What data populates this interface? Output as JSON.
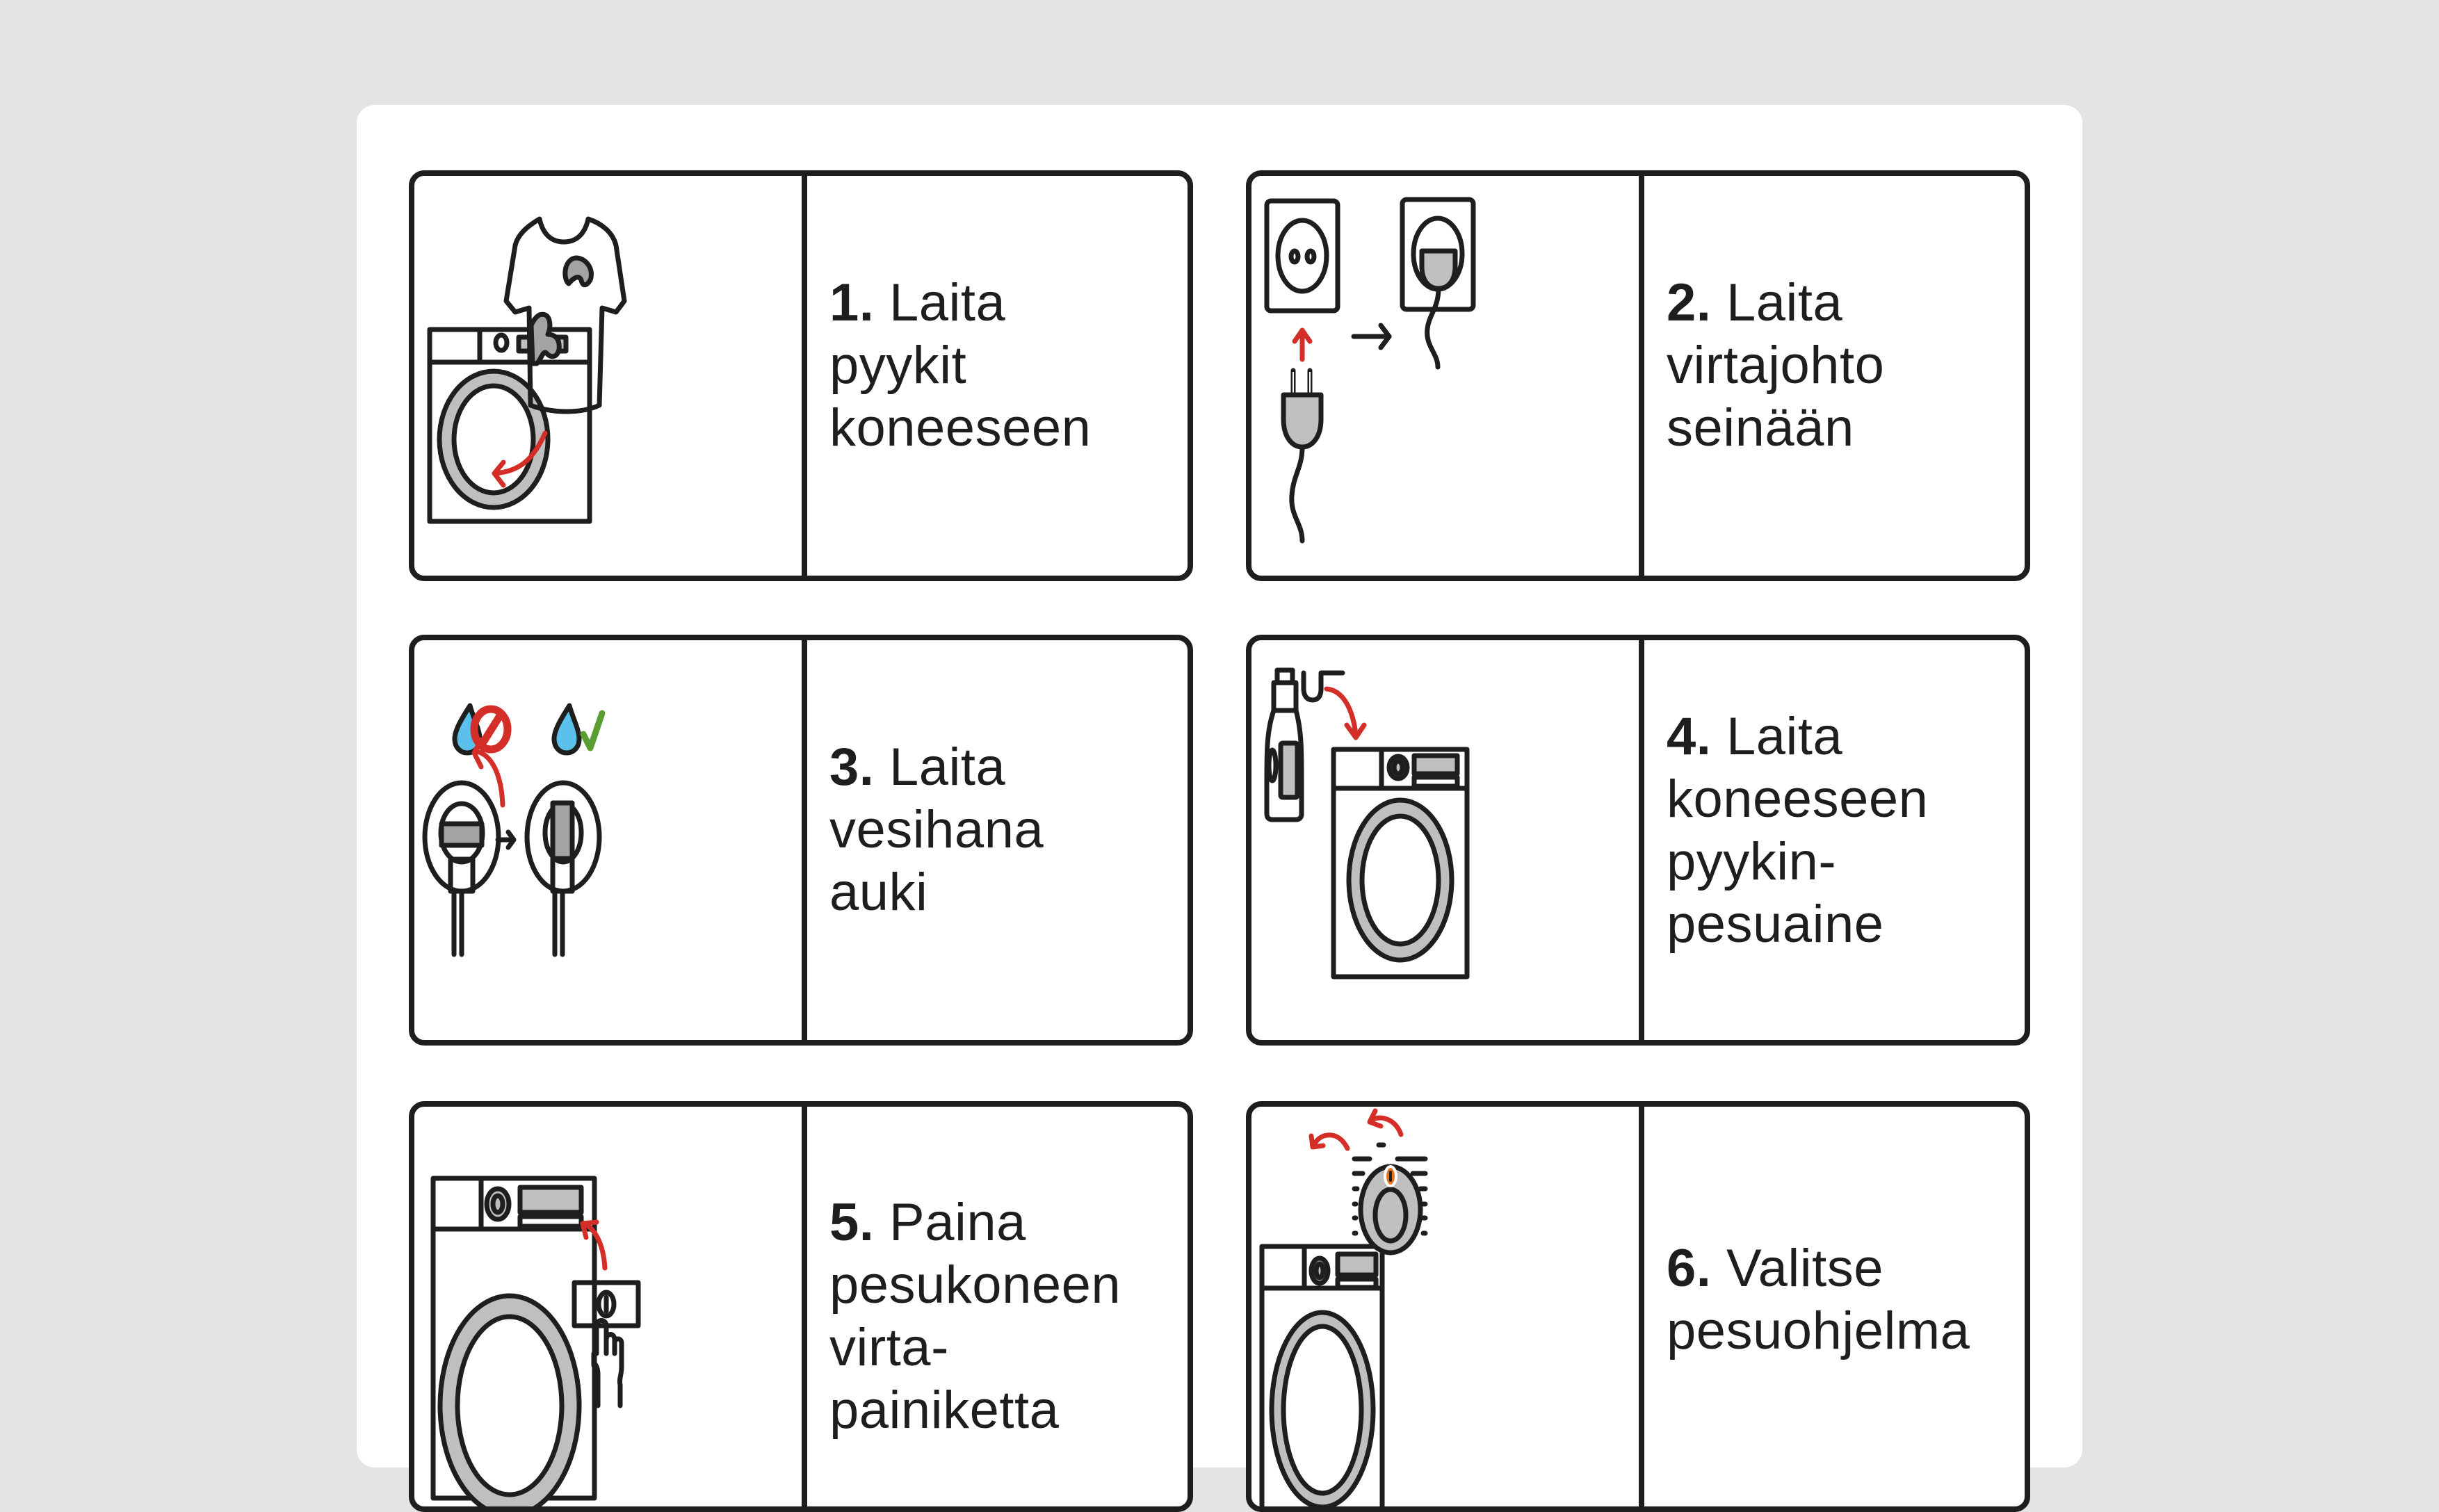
{
  "page": {
    "background_color": "#e4e4e4",
    "panel_color": "#ffffff",
    "ink_color": "#1e1e1c",
    "accent_colors": {
      "arrow_red": "#d42e28",
      "water_blue": "#5bc0eb",
      "check_green": "#5a9e32",
      "dial_orange": "#e8761e",
      "fill_gray": "#c0bfbf",
      "stain_gray": "#a3a3a3"
    }
  },
  "steps": [
    {
      "number": "1.",
      "lines": [
        "Laita",
        "pyykit",
        "koneeseen"
      ],
      "icons": [
        "washing-machine-icon",
        "stained-tshirt-icon",
        "curved-arrow-left-icon"
      ]
    },
    {
      "number": "2.",
      "lines": [
        "Laita",
        "virtajohto",
        "seinään"
      ],
      "icons": [
        "wall-socket-icon",
        "power-plug-icon",
        "arrow-up-icon",
        "arrow-right-icon",
        "plugged-socket-icon"
      ]
    },
    {
      "number": "3.",
      "lines": [
        "Laita",
        "vesihana",
        "auki"
      ],
      "icons": [
        "water-drop-icon",
        "prohibited-icon",
        "water-tap-closed-icon",
        "arrow-right-icon",
        "water-drop-icon",
        "checkmark-icon",
        "water-tap-open-icon",
        "rotate-arrow-icon"
      ]
    },
    {
      "number": "4.",
      "lines": [
        "Laita",
        "koneeseen",
        "pyykin-",
        "pesuaine"
      ],
      "icons": [
        "detergent-bottle-icon",
        "measuring-cup-icon",
        "curved-arrow-down-icon",
        "washing-machine-icon"
      ]
    },
    {
      "number": "5.",
      "lines": [
        "Paina",
        "pesukoneen",
        "virta-",
        "painiketta"
      ],
      "icons": [
        "washing-machine-icon",
        "power-button-icon",
        "pointing-hand-icon",
        "curved-arrow-up-icon"
      ]
    },
    {
      "number": "6.",
      "lines": [
        "Valitse",
        "pesuohjelma"
      ],
      "icons": [
        "washing-machine-icon",
        "program-dial-icon",
        "rotate-arrow-icon"
      ]
    }
  ]
}
